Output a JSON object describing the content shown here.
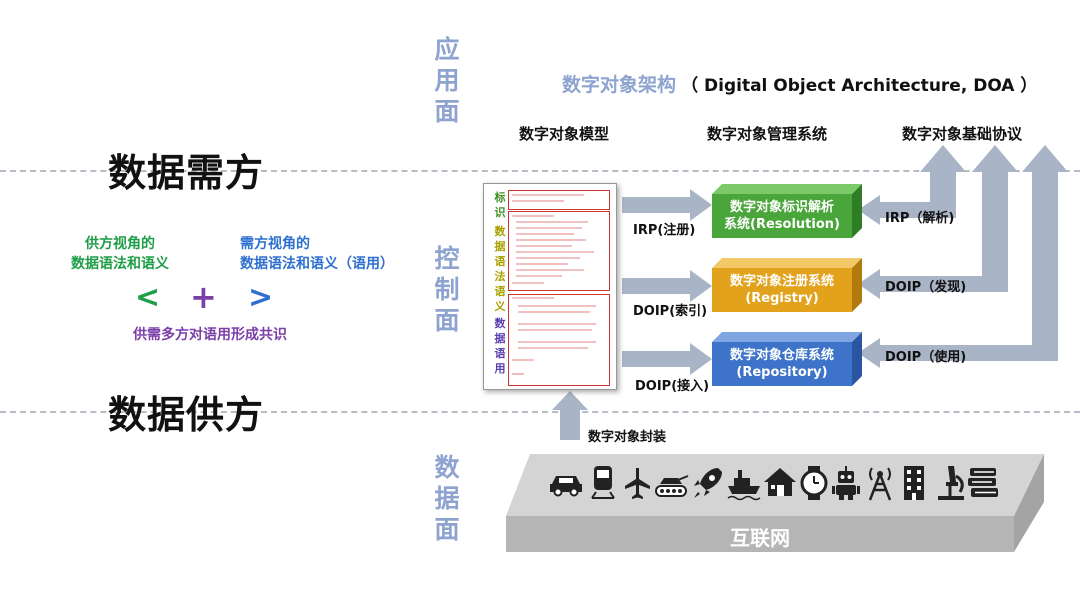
{
  "layers": {
    "application": [
      "应",
      "用",
      "面"
    ],
    "control": [
      "控",
      "制",
      "面"
    ],
    "data": [
      "数",
      "据",
      "面"
    ]
  },
  "roles": {
    "demand": "数据需方",
    "supply": "数据供方"
  },
  "perspectives": {
    "supply_line1": "供方视角的",
    "supply_line2": "数据语法和语义",
    "demand_line1": "需方视角的",
    "demand_line2": "数据语法和语义（语用）",
    "lt": "<",
    "plus": "+",
    "gt": ">",
    "consensus": "供需多方对语用形成共识"
  },
  "doa": {
    "title_cn": "数字对象架构",
    "title_en": "（ Digital Object Architecture, DOA ）",
    "col_model": "数字对象模型",
    "col_mgmt": "数字对象管理系统",
    "col_protocol": "数字对象基础协议"
  },
  "doc": {
    "identify": [
      "标",
      "识"
    ],
    "syntax": [
      "数",
      "据",
      "语",
      "法",
      "语",
      "义"
    ],
    "usage": [
      "数",
      "据",
      "语",
      "用"
    ]
  },
  "systems": {
    "resolution_line1": "数字对象标识解析",
    "resolution_line2": "系统(Resolution)",
    "registry_line1": "数字对象注册系统",
    "registry_line2": "(Registry)",
    "repository_line1": "数字对象仓库系统",
    "repository_line2": "(Repository)"
  },
  "flows": {
    "irp_register": "IRP(注册)",
    "doip_index": "DOIP(索引)",
    "doip_access": "DOIP(接入)",
    "irp_resolve": "IRP（解析)",
    "doip_discover": "DOIP（发现)",
    "doip_use": "DOIP（使用)",
    "encapsulate": "数字对象封装"
  },
  "internet": {
    "label": "互联网",
    "icons": [
      "car-icon",
      "train-icon",
      "airplane-icon",
      "tank-icon",
      "rocket-icon",
      "ship-icon",
      "house-icon",
      "watch-icon",
      "robot-icon",
      "tower-icon",
      "building-icon",
      "microscope-icon",
      "books-icon"
    ]
  },
  "colors": {
    "layer_text": "#8ea3cf",
    "green_box": "#4aa63a",
    "orange_box": "#e3a21c",
    "blue_box": "#3d74c9",
    "arrow": "#a9b4c6",
    "supply_green": "#1e9e47",
    "demand_blue": "#2e6fd0",
    "consensus_purple": "#7b3fa8"
  }
}
